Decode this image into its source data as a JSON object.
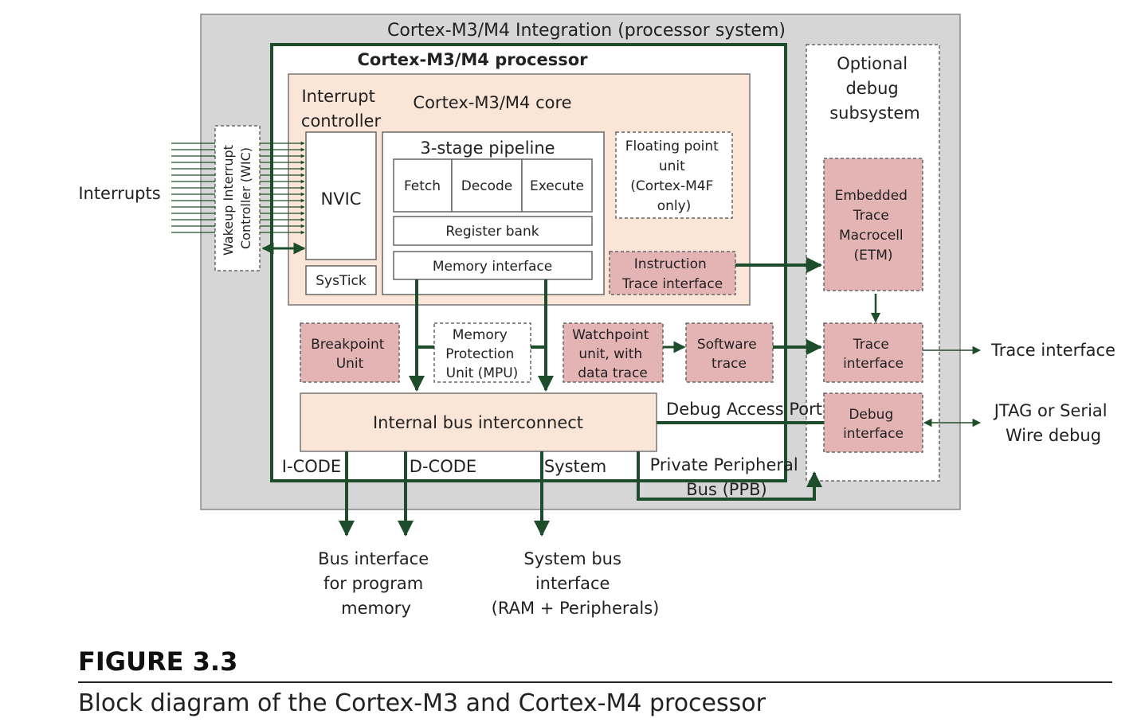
{
  "colors": {
    "integration_bg": "#d6d6d6",
    "core_bg": "#fbe5d6",
    "debug_block": "#e4b3b3",
    "line_dark": "#1e4d2b",
    "border_gray": "#555555"
  },
  "integration": {
    "title": "Cortex-M3/M4 Integration (processor system)"
  },
  "processor": {
    "title": "Cortex-M3/M4 processor"
  },
  "core": {
    "title": "Cortex-M3/M4 core",
    "interrupt_controller": [
      "Interrupt",
      "controller"
    ],
    "nvic": "NVIC",
    "systick": "SysTick",
    "pipeline": {
      "title": "3-stage pipeline",
      "stages": [
        "Fetch",
        "Decode",
        "Execute"
      ],
      "register_bank": "Register bank",
      "memory_interface": "Memory interface"
    },
    "fpu": [
      "Floating point",
      "unit",
      "(Cortex-M4F",
      "only)"
    ],
    "itm": [
      "Instruction",
      "Trace interface"
    ]
  },
  "wic": [
    "Wakeup Interrupt",
    "Controller (WIC)"
  ],
  "interrupts_label": "Interrupts",
  "breakpoint": [
    "Breakpoint",
    "Unit"
  ],
  "mpu": [
    "Memory",
    "Protection",
    "Unit (MPU)"
  ],
  "watchpoint": [
    "Watchpoint",
    "unit, with",
    "data trace"
  ],
  "software_trace": [
    "Software",
    "trace"
  ],
  "bus_interconnect": "Internal bus interconnect",
  "debug_access_port": "Debug Access Port",
  "bus_labels": {
    "icode": "I-CODE",
    "dcode": "D-CODE",
    "system": "System"
  },
  "ppb": [
    "Private Peripheral",
    "Bus (PPB)"
  ],
  "debug_subsystem": {
    "title": [
      "Optional",
      "debug",
      "subsystem"
    ],
    "etm": [
      "Embedded",
      "Trace",
      "Macrocell",
      "(ETM)"
    ],
    "trace_interface": [
      "Trace",
      "interface"
    ],
    "debug_interface": [
      "Debug",
      "interface"
    ]
  },
  "outputs": {
    "trace_interface": "Trace interface",
    "jtag": [
      "JTAG or Serial",
      "Wire debug"
    ],
    "program_memory": [
      "Bus interface",
      "for program",
      "memory"
    ],
    "system_bus": [
      "System bus",
      "interface",
      "(RAM + Peripherals)"
    ]
  },
  "figure": {
    "label": "FIGURE 3.3",
    "caption": "Block diagram of the Cortex-M3 and Cortex-M4 processor"
  }
}
